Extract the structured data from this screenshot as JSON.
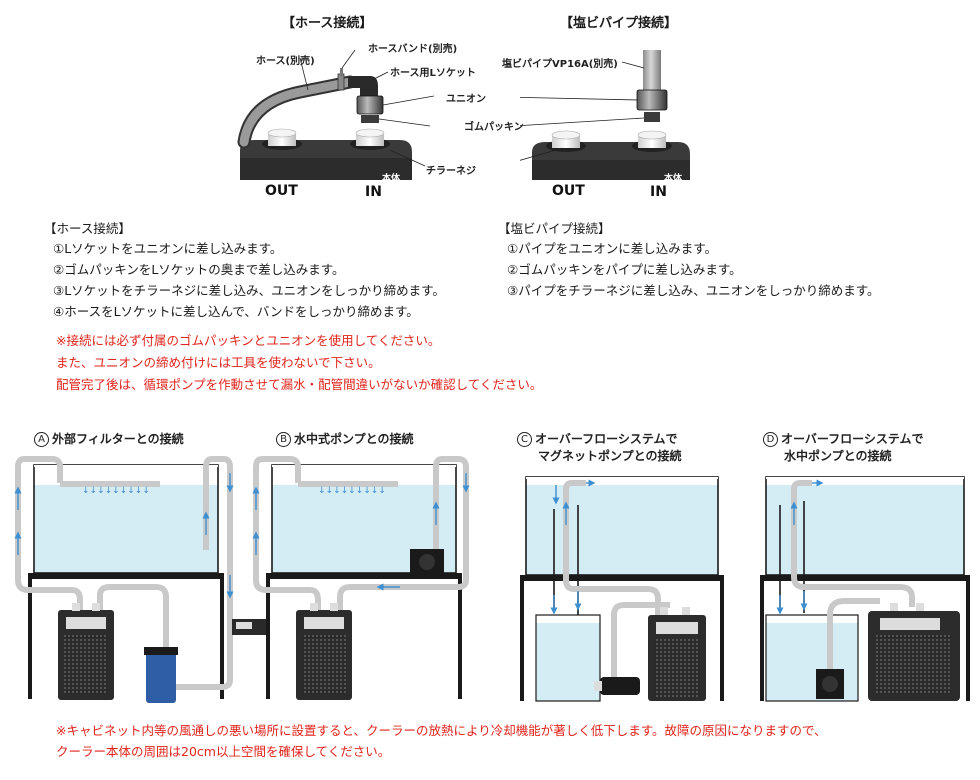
{
  "top_diagrams": {
    "hose": {
      "title": "【ホース接続】",
      "labels": {
        "hose": "ホース(別売)",
        "hose_band": "ホースバンド(別売)",
        "l_socket": "ホース用Lソケット",
        "union": "ユニオン",
        "gasket": "ゴムパッキン",
        "chiller_screw": "チラーネジ",
        "out": "OUT",
        "in": "IN",
        "body": "本体"
      }
    },
    "pipe": {
      "title": "【塩ビパイプ接続】",
      "labels": {
        "pipe": "塩ビパイプVP16A(別売)",
        "out": "OUT",
        "in": "IN",
        "body": "本体"
      }
    }
  },
  "instructions": {
    "hose": {
      "heading": "【ホース接続】",
      "steps": [
        "①Lソケットをユニオンに差し込みます。",
        "②ゴムパッキンをLソケットの奥まで差し込みます。",
        "③Lソケットをチラーネジに差し込み、ユニオンをしっかり締めます。",
        "④ホースをLソケットに差し込んで、バンドをしっかり締めます。"
      ]
    },
    "pipe": {
      "heading": "【塩ビパイプ接続】",
      "steps": [
        "①パイプをユニオンに差し込みます。",
        "②ゴムパッキンをパイプに差し込みます。",
        "③パイプをチラーネジに差し込み、ユニオンをしっかり締めます。"
      ]
    }
  },
  "warnings": [
    "※接続には必ず付属のゴムパッキンとユニオンを使用してください。",
    "また、ユニオンの締め付けには工具を使わないで下さい。",
    "配管完了後は、循環ポンプを作動させて漏水・配管間違いがないか確認してください。"
  ],
  "installations": [
    {
      "letter": "A",
      "title_lines": [
        "外部フィルターとの接続"
      ]
    },
    {
      "letter": "B",
      "title_lines": [
        "水中式ポンプとの接続"
      ]
    },
    {
      "letter": "C",
      "title_lines": [
        "オーバーフローシステムで",
        "マグネットポンプとの接続"
      ]
    },
    {
      "letter": "D",
      "title_lines": [
        "オーバーフローシステムで",
        "水中ポンプとの接続"
      ]
    }
  ],
  "bottom_warning": [
    "※キャビネット内等の風通しの悪い場所に設置すると、クーラーの放熱により冷却機能が著しく低下します。故障の原因になりますので、",
    "クーラー本体の周囲は20cm以上空間を確保してください。"
  ],
  "colors": {
    "warning_red": "#e0241b",
    "water_blue": "#d4ecf4",
    "flow_arrow": "#3d8fd1",
    "pipe_gray": "#c9c9c9",
    "filter_blue": "#2f5da6"
  }
}
